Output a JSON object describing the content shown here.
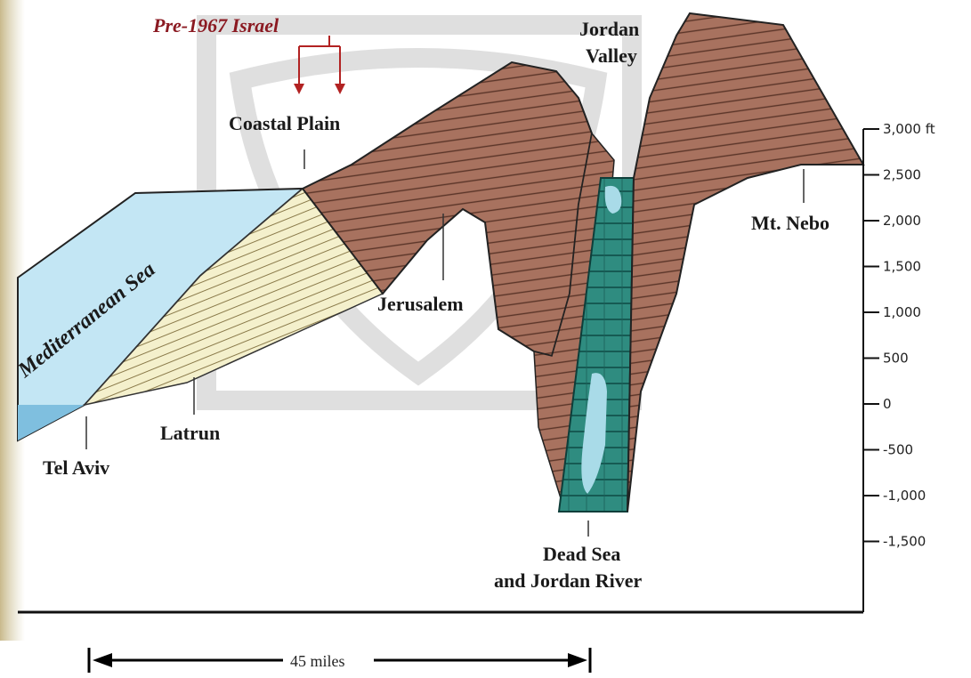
{
  "title": "Pre-1967 Israel",
  "labels": {
    "coastal_plain": "Coastal Plain",
    "jordan_valley_1": "Jordan",
    "jordan_valley_2": "Valley",
    "mediterranean": "Mediterranean Sea",
    "jerusalem": "Jerusalem",
    "mt_nebo": "Mt. Nebo",
    "latrun": "Latrun",
    "tel_aviv": "Tel Aviv",
    "dead_sea_1": "Dead Sea",
    "dead_sea_2": "and Jordan River"
  },
  "scale": {
    "label": "45 miles"
  },
  "elevation_axis": {
    "ticks": [
      "3,000 ft",
      "2,500",
      "2,000",
      "1,500",
      "1,000",
      "500",
      "0",
      "-500",
      "-1,000",
      "-1,500"
    ]
  },
  "colors": {
    "title": "#8b1a22",
    "terrain": "#9c6a58",
    "terrain_light": "#c99a86",
    "sea": "#bfe3f2",
    "coastal": "#f3efc8",
    "deadsea": "#2e8a80",
    "deadsea_water": "#a9dbe8",
    "arrow": "#b22222"
  }
}
